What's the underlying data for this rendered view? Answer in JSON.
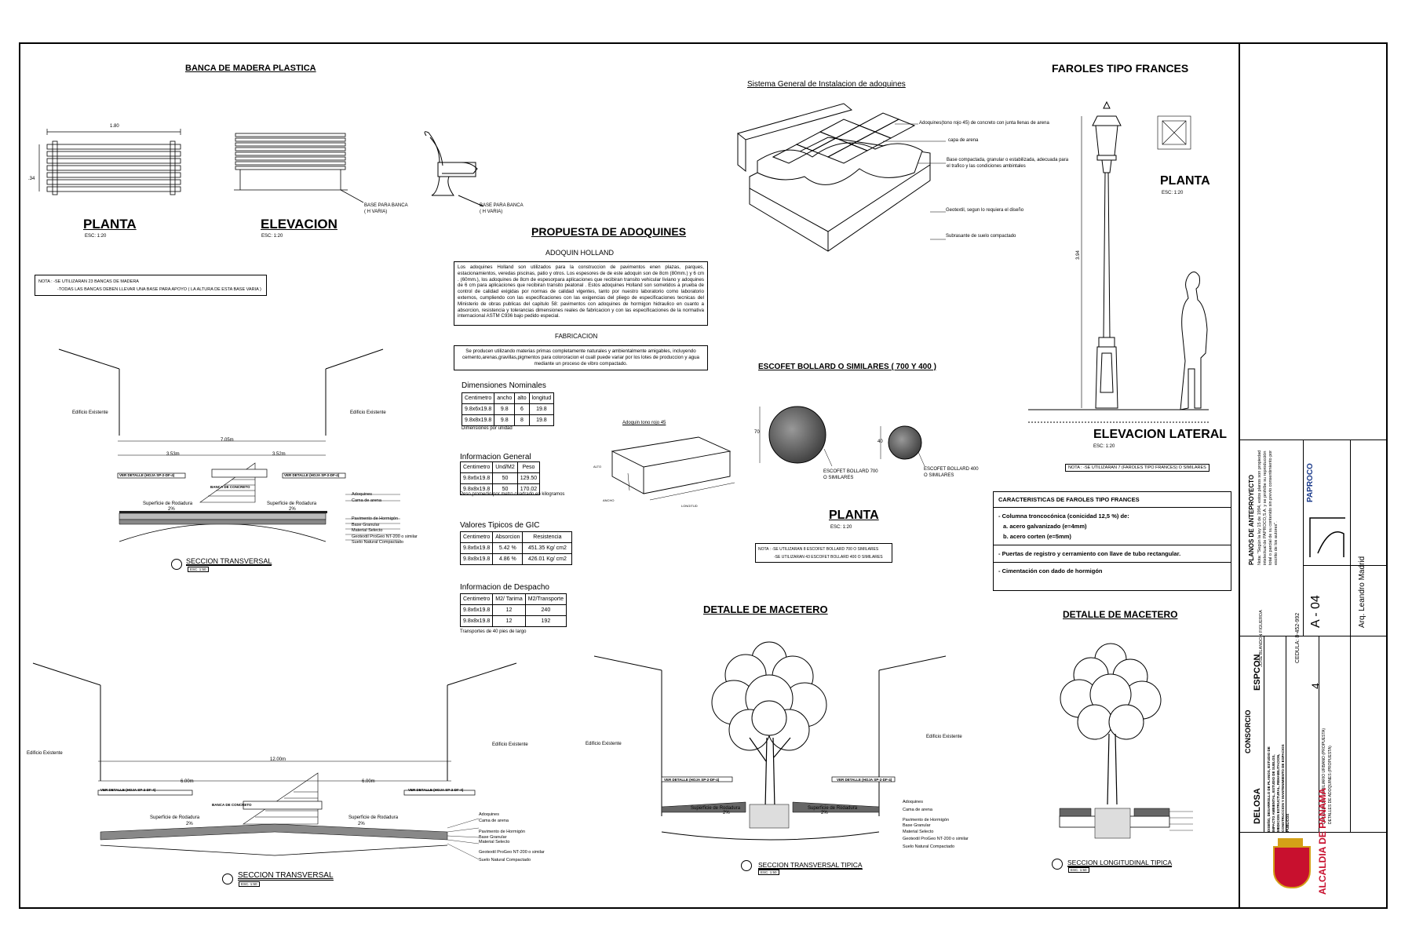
{
  "bench": {
    "title": "BANCA DE MADERA PLASTICA",
    "dim_width": "1.80",
    "dim_height": ".34",
    "plan_label": "PLANTA",
    "plan_scale": "ESC: 1:20",
    "elev_label": "ELEVACION",
    "elev_scale": "ESC: 1:20",
    "base_note_1": "BASE PARA BANCA",
    "base_note_1b": "( H VARIA)",
    "base_note_2": "BASE PARA BANCA",
    "base_note_2b": "( H VARIA)",
    "note_line1": "NOTA : -SE UTILIZARAN 23 BANCAS DE MADERA",
    "note_line2": "-TODAS LAS BANCAS DEBEN LLEVAR UNA BASE PARA APOYO ( LA ALTURA DE ESTA BASE VARIA )"
  },
  "section1": {
    "left_building": "Edificio Existente",
    "right_building": "Edificio Existente",
    "total": "7.05m",
    "left": "3.53m",
    "right": "3.52m",
    "see_detail_left": "VER DETALLE (HOJA SP-2-DF-4)",
    "see_detail_right": "VER DETALLE (HOJA SP-2-DF-4)",
    "bench_label": "BANCA DE CONCRETO",
    "surface_left": "Superficie de Rodadura",
    "surface_right": "Superficie de Rodadura",
    "slope": "2%",
    "layers": [
      "Adoquines",
      "Cama de arena",
      "Pavimento de Hormigón",
      "Base Granular",
      "Material Selecto",
      "Geotextil ProGeo NT-200 o similar",
      "Suelo Natural Compactado"
    ],
    "title": "SECCION TRANSVERSAL",
    "scale": "ESC. 1:50"
  },
  "section2": {
    "left_building": "Edificio Existente",
    "right_building": "Edificio Existente",
    "total": "12.00m",
    "left": "6.00m",
    "right": "6.00m",
    "see_detail_left": "VER DETALLE (HOJA SP-2-DF-4)",
    "see_detail_right": "VER DETALLE (HOJA SP-2-DF-4)",
    "bench_label": "BANCA DE CONCRETO",
    "surface_left": "Superficie de Rodadura",
    "surface_right": "Superficie de Rodadura",
    "slope": "2%",
    "layers": [
      "Adoquines",
      "Cama de arena",
      "Pavimento de Hormigón",
      "Base Granular",
      "Material Selecto",
      "Geotextil ProGeo NT-200 o similar",
      "Suelo Natural Compactado"
    ],
    "title": "SECCION TRANSVERSAL",
    "scale": "ESC. 1:50"
  },
  "adoquines": {
    "title": "PROPUESTA DE ADOQUINES",
    "subtitle": "ADOQUIN HOLLAND",
    "paragraph": "Los adoquines Holland son utilizados para la construccion de pavimentos enen plazas, parques, estacionamientos, veredas piscinas, patio y otros. Los espesores de de este adoquin son de 8cm (80mm.) y 6 cm . (60mm.), los adoquines de 8cm de espesorpara aplicaciones que recibiran transito vehicular liviano y adoquines de 6 cm para aplicaciones que recibiran transito peatonal . Estos adoquines Holland son sometidos a prueba de control de calidad exigidas por normas de calidad vigentes, tanto por nuestro laboratorio como laboratorio externos, cumpliendo con las especificaciones con las exigencias del pliego de especificaciones tecnicas del Ministerio de obras publicas del capitulo 58: pavimentos con adoquines de hormigon hidraulico en cuanto a absorcion, resistencia y tolerancias dimensiones reales de fabricacion y con las especificaciones de la normativa internacional ASTM C936 bajo pedido especial.",
    "fab_title": "FABRICACION",
    "fab_paragraph": "Se producen utilizando materias primas completamente naturales y ambientalmente amigables, incluyendo cemento,arenas,gravillas,pigmentos para colororacion el cualI puede variar por los lotes de produccion y agua mediante un proceso de vibro compactado.",
    "dim_title": "Dimensiones Nominales",
    "dim_headers": [
      "Centimetro",
      "ancho",
      "alto",
      "longitud"
    ],
    "dim_rows": [
      [
        "9.8x6x19.8",
        "9.8",
        "6",
        "19.8"
      ],
      [
        "9.8x8x19.8",
        "9.8",
        "8",
        "19.8"
      ]
    ],
    "dim_note": "Dimensiones por unidad",
    "info_title": "Informacion General",
    "info_headers": [
      "Centimetro",
      "Und/M2",
      "Peso"
    ],
    "info_rows": [
      [
        "9.8x6x19.8",
        "50",
        "129.50"
      ],
      [
        "9.8x8x19.8",
        "50",
        "170.02"
      ]
    ],
    "info_note": "Peso promedio por metro cuadrado en kilogramos",
    "gic_title": "Valores Tipicos de GIC",
    "gic_headers": [
      "Centimetro",
      "Absorcion",
      "Resistencia"
    ],
    "gic_rows": [
      [
        "9.8x6x19.8",
        "5.42 %",
        "451.35 Kg/ cm2"
      ],
      [
        "9.8x8x19.8",
        "4.86 %",
        "426.01 Kg/ cm2"
      ]
    ],
    "desp_title": "Informacion de Despacho",
    "desp_headers": [
      "Centimetro",
      "M2/ Tarima",
      "M2/Transporte"
    ],
    "desp_rows": [
      [
        "9.8x6x19.8",
        "12",
        "240"
      ],
      [
        "9.8x8x19.8",
        "12",
        "192"
      ]
    ],
    "desp_note": "Transportes de 40 pies de largo",
    "block_label": "Adoquin tono rojo 45",
    "block_alto": "ALTO",
    "block_ancho": "ANCHO",
    "block_long": "LONGITUD"
  },
  "install": {
    "title": "Sistema General de Instalacion de adoquines",
    "labels": [
      "Adoquines(tono rojo 45) de concreto con junta llenas de arena",
      "capa de arena",
      "Base compactada, granular o estabilizada, adecuada para el trafico y las condiciones ambintales",
      "Geotextil, segun lo requiera el diseño",
      "Subrasante de suelo compactado"
    ]
  },
  "bollard": {
    "title": "ESCOFET BOLLARD O SIMILARES ( 700 Y 400 )",
    "dim_large": "70",
    "dim_small": "40",
    "label_700": "ESCOFET BOLLARD 700",
    "label_700b": "O SIMILARES",
    "label_400": "ESCOFET BOLLARD 400",
    "label_400b": "O SIMILARES",
    "plan_label": "PLANTA",
    "plan_scale": "ESC: 1:20",
    "note1": "NOTA : -SE UTILIZARAN 8 ESCOFET BOLLARD 700 O SIMILARES",
    "note2": "-SE UTILIZARAN 43 ESCOFET BOLLARD 400 O SIMILARES"
  },
  "farol": {
    "title": "FAROLES TIPO FRANCES",
    "plan_label": "PLANTA",
    "plan_scale": "ESC: 1:20",
    "height_dim": "3.94",
    "elev_label": "ELEVACION LATERAL",
    "elev_scale": "ESC: 1:20",
    "note": "NOTA : -SE UTILIZARAN 7 (FAROLES TIPO FRANCES) O SIMILARES",
    "char_title": "CARACTERISTICAS DE FAROLES TIPO FRANCES",
    "char_1": "- Columna troncocónica (conicidad 12,5 %) de:",
    "char_1a": "a. acero galvanizado (e=4mm)",
    "char_1b": "b. acero corten (e=5mm)",
    "char_2": "- Puertas de registro y cerramiento con llave de tubo rectangular.",
    "char_3": "- Cimentación con dado de hormigón"
  },
  "macetero1": {
    "title": "DETALLE DE MACETERO",
    "left_building": "Edificio Existente",
    "right_building": "Edificio Existente",
    "see_detail_left": "VER DETALLE (HOJA SP-2-DF-4)",
    "see_detail_right": "VER DETALLE (HOJA SP-2-DF-4)",
    "surface_left": "Superficie de Rodadura",
    "surface_right": "Superficie de Rodadura",
    "slope": "2%",
    "layers": [
      "Adoquines",
      "Cama de arena",
      "Pavimento de Hormigón",
      "Base Granular",
      "Material Selecto",
      "Geotextil ProGeo NT-200 o similar",
      "Suelo Natural Compactado"
    ],
    "section_title": "SECCION TRANSVERSAL TIPICA",
    "scale": "ESC. 1:50"
  },
  "macetero2": {
    "title": "DETALLE DE MACETERO",
    "section_title": "SECCION LONGITUDINAL TIPICA",
    "scale": "ESC. 1:50"
  },
  "titleblock": {
    "planos": "PLANOS DE ANTEPROYECTO",
    "nota": "Nota: \"Según la ley 15 de 1994, estos planos son propiedad intelectual de PAPROCO,S.A. y se prohíbe su reproducción total o parcial de su contenido sin previo consentimiento por escrito de los autores\".",
    "paproco": "PAPROCO",
    "architect": "Arq. Leandro Madrid",
    "sheet": "A - 04",
    "sheet_num": "4",
    "cedula": "CEDULA: 8-452-992",
    "consorcio": "CONSORCIO",
    "delosa": "DELOSA",
    "espcon": "ESPCON",
    "client": "ALCALDIA DE PANAMA",
    "jose": "JOSE BLANDON FIGUEROA",
    "project": "DISEÑO, DESARROLLO DE PLANOS, ESTUDIO DE IMPACTO AMBIENTAL, ESTUDIO DE SUELOS, MEDICION ESTRUCTURAL, REHABILITACION, CONSTRUCCION Y MANTENIMIENTO DE ESPACIOS PUBLICOS",
    "sheet_desc": "DETALLES DE MOBILIARIO URBANO (PROPUESTA)",
    "sheet_desc2": "DETALLES DE ADOQUINES (PROPUESTA)"
  }
}
